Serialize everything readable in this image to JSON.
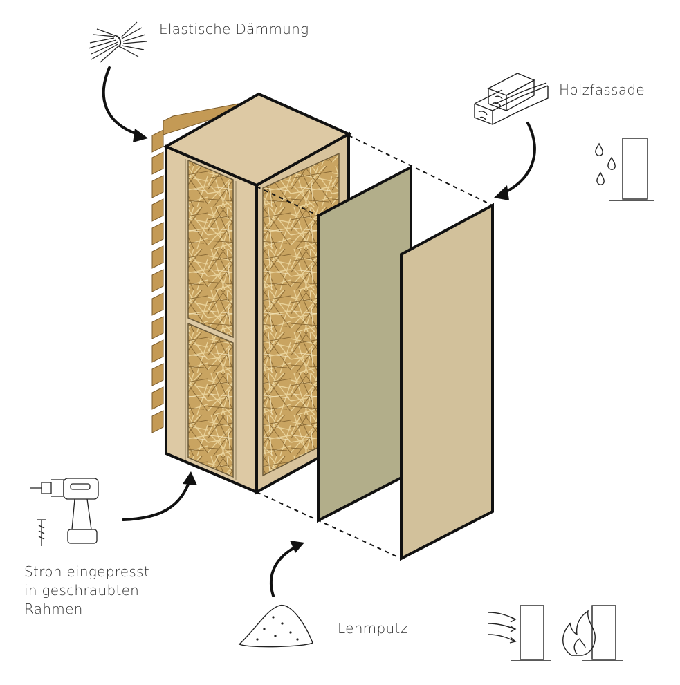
{
  "labels": {
    "insulation": "Elastische Dämmung",
    "facade": "Holzfassade",
    "straw_line1": "Stroh eingepresst",
    "straw_line2": "in geschraubten",
    "straw_line3": "Rahmen",
    "plaster": "Lehmputz"
  },
  "colors": {
    "frame_wood": "#ddc9a4",
    "straw": "#c9a461",
    "clay_plaster": "#b2ae8a",
    "wood_facade": "#d2c19b",
    "outline": "#111111",
    "text": "#333333"
  },
  "icons": [
    "straw-bundle-icon",
    "timber-beams-icon",
    "water-drops-wall-icon",
    "drill-screw-icon",
    "sand-pile-icon",
    "wind-wall-icon",
    "fire-wall-icon"
  ]
}
